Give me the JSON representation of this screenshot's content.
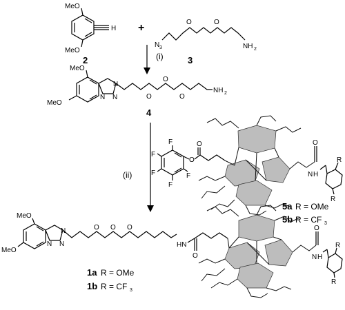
{
  "scheme": {
    "plus": "+",
    "step_i": "(i)",
    "step_ii": "(ii)",
    "cpd2": {
      "number": "2",
      "ome_top": "MeO",
      "ome_bottom": "MeO",
      "terminal_H": "H"
    },
    "cpd3": {
      "number": "3",
      "N3": "N",
      "N3_sub": "3",
      "NH2": "NH",
      "NH2_sub": "2",
      "O1": "O",
      "O2": "O"
    },
    "cpd4": {
      "number": "4",
      "ome_top": "MeO",
      "ome_bottom": "MeO",
      "N1": "N",
      "N2": "N",
      "N3": "N",
      "O1": "O",
      "O2": "O",
      "O3": "O",
      "NH2": "NH",
      "NH2_sub": "2"
    },
    "cpd5": {
      "F": [
        "F",
        "F",
        "F",
        "F",
        "F"
      ],
      "O_ester": "O",
      "O_carbonyl": "O",
      "O_amide": "O",
      "NH": "N",
      "H": "H",
      "R_top": "R",
      "R_bottom": "R",
      "label_a": "5a",
      "label_a_R": "R = OMe",
      "label_b": "5b",
      "label_b_R": "R = CF",
      "label_b_sub": "3"
    },
    "cpd1": {
      "ome_top": "MeO",
      "ome_bottom": "MeO",
      "N1": "N",
      "N2": "N",
      "N3": "N",
      "O1": "O",
      "O2": "O",
      "O3": "O",
      "HN": "HN",
      "O_amide1": "O",
      "O_amide2": "O",
      "NH": "N",
      "H": "H",
      "R_top": "R",
      "R_bottom": "R",
      "label_a": "1a",
      "label_a_R": "R = OMe",
      "label_b": "1b",
      "label_b_R": "R = CF",
      "label_b_sub": "3"
    }
  }
}
